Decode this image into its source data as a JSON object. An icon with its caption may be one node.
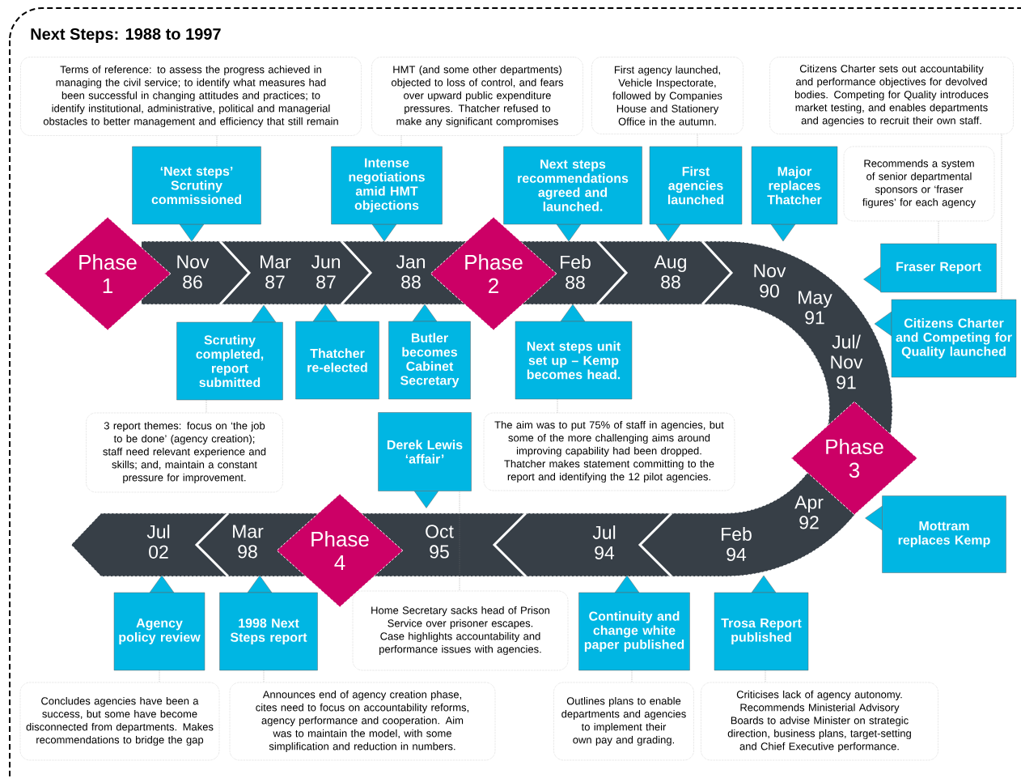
{
  "diagram": {
    "title": "Next Steps: 1988 to 1997",
    "nodes": [
      {
        "text": [
          "Terms of reference: to assess the progress achieved in managing the civil service; to identify what measures had been successful in changing attitudes and practices; to identify institutional, administrative, political and managerial obstacles to better management and efficiency that still remain"
        ]
      },
      {
        "text": [
          "HMT (and some other departments) objected to loss of control, and fears over upward public expenditure pressures. Thatcher refused to make any significant compromises"
        ]
      },
      {
        "text": [
          "First agency launched, Vehicle Inspectorate, followed by Companies House and Stationery Office in the autumn."
        ]
      },
      {
        "text": [
          "Citizens Charter sets out accountability and performance objectives for devolved bodies. Competing for Quality introduces market testing, and enables departments and agencies to recruit their own staff."
        ]
      },
      {
        "text": [
          "‘Next steps’ Scrutiny commissioned"
        ]
      },
      {
        "text": [
          "Intense negotiations amid HMT objections"
        ]
      },
      {
        "text": [
          "Next steps recommendations agreed and launched."
        ]
      },
      {
        "text": [
          "First agencies launched"
        ]
      },
      {
        "text": [
          "Major replaces Thatcher"
        ]
      },
      {
        "text": [
          "Recommends a system of senior departmental sponsors or ‘fraser figures’ for each agency"
        ]
      },
      {
        "text": [
          "Phase 1"
        ]
      },
      {
        "text": [
          "Phase 2"
        ]
      },
      {
        "text": [
          "Fraser Report"
        ]
      },
      {
        "text": [
          "Citizens Charter and Competing for Quality launched"
        ]
      },
      {
        "text": [
          "Scrutiny completed, report submitted"
        ]
      },
      {
        "text": [
          "Thatcher re-elected"
        ]
      },
      {
        "text": [
          "Butler becomes Cabinet Secretary"
        ]
      },
      {
        "text": [
          "Next steps unit set up – Kemp becomes head."
        ]
      },
      {
        "text": [
          "3 report themes: focus on ‘the job to be done’ (agency creation); staff need relevant experience and skills; and, maintain a constant pressure for improvement."
        ]
      },
      {
        "text": [
          "Derek Lewis ‘affair’"
        ]
      },
      {
        "text": [
          "The aim was to put 75% of staff in agencies, but some of the more challenging aims around improving capability had been dropped. Thatcher makes statement committing to the report and identifying the 12 pilot agencies."
        ]
      },
      {
        "text": [
          "Phase 3"
        ]
      },
      {
        "text": [
          "Mottram replaces Kemp"
        ]
      },
      {
        "text": [
          "Phase 4"
        ]
      },
      {
        "text": [
          "Agency policy review"
        ]
      },
      {
        "text": [
          "1998 Next Steps report"
        ]
      },
      {
        "text": [
          "Home Secretary sacks head of Prison Service over prisoner escapes. Case highlights accountability and performance issues with agencies."
        ]
      },
      {
        "text": [
          "Continuity and change white paper published"
        ]
      },
      {
        "text": [
          "Trosa Report published"
        ]
      },
      {
        "text": [
          "Concludes agencies have been a success, but some have become disconnected from departments. Makes recommendations to bridge the gap"
        ]
      },
      {
        "text": [
          "Announces end of agency creation phase, cites need to focus on accountability reforms, agency performance and cooperation. Aim was to maintain the model, with some simplification and reduction in numbers."
        ]
      },
      {
        "text": [
          "Outlines plans to enable departments and agencies to implement their own pay and grading."
        ]
      },
      {
        "text": [
          "Criticises lack of agency autonomy. Recommends Ministerial Advisory Boards to advise Minister on strategic direction, business plans, target-setting and Chief Executive performance."
        ]
      }
    ],
    "edges": [
      {
        "from": 0,
        "to": 4,
        "arrow": "none"
      },
      {
        "from": 1,
        "to": 5,
        "arrow": "none"
      },
      {
        "from": 2,
        "to": 7,
        "arrow": "none"
      },
      {
        "from": 3,
        "to": 13,
        "arrow": "none"
      },
      {
        "from": 9,
        "to": 12,
        "arrow": "none"
      },
      {
        "from": 14,
        "to": 18,
        "arrow": "none"
      },
      {
        "from": 17,
        "to": 20,
        "arrow": "none"
      },
      {
        "from": 19,
        "to": 26,
        "arrow": "none"
      },
      {
        "from": 24,
        "to": 29,
        "arrow": "none"
      },
      {
        "from": 25,
        "to": 30,
        "arrow": "none"
      },
      {
        "from": 27,
        "to": 31,
        "arrow": "none"
      },
      {
        "from": 28,
        "to": 32,
        "arrow": "none"
      }
    ],
    "labels": [
      "Nov 86",
      "Mar 87",
      "Jun 87",
      "Jan 88",
      "Feb 88",
      "Aug 88",
      "Nov 90",
      "May 91",
      "Jul/ Nov 91",
      "Apr 92",
      "Feb 94",
      "Jul 94",
      "Oct 95",
      "Mar 98",
      "Jul 02"
    ]
  }
}
